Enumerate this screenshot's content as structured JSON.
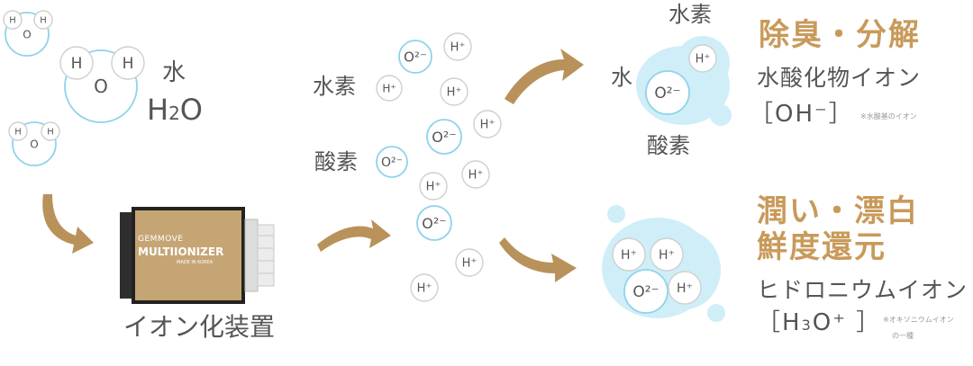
{
  "colors": {
    "accent": "#c89a5a",
    "arrow": "#b8925a",
    "ion_ring": "#8fd3ea",
    "cloud": "#cfeef8",
    "text": "#555555"
  },
  "left": {
    "water_label": "水",
    "formula": {
      "h": "H",
      "sub": "2",
      "o": "O"
    }
  },
  "device": {
    "brand": "GEMMOVE",
    "model": "MULTIIONIZER",
    "origin": "MADE IN KOREA",
    "caption": "イオン化装置"
  },
  "middle": {
    "hydrogen_label": "水素",
    "oxygen_label": "酸素"
  },
  "atoms": {
    "o": "O",
    "h": "H",
    "o_ion": "O²⁻",
    "h_ion": "H⁺"
  },
  "top_result": {
    "hydrogen_label": "水素",
    "water_label": "水",
    "oxygen_label": "酸素",
    "heading": "除臭・分解",
    "ion_name": "水酸化物イオン",
    "formula": "［OH⁻］",
    "note": "※水酸基のイオン"
  },
  "bottom_result": {
    "heading_line1": "潤い・漂白",
    "heading_line2": "鮮度還元",
    "ion_name": "ヒドロニウムイオン",
    "formula": {
      "open": "［H",
      "sub": "3",
      "rest": "O⁺ ］"
    },
    "note_line1": "※オキソニウムイオン",
    "note_line2": "の一種"
  }
}
